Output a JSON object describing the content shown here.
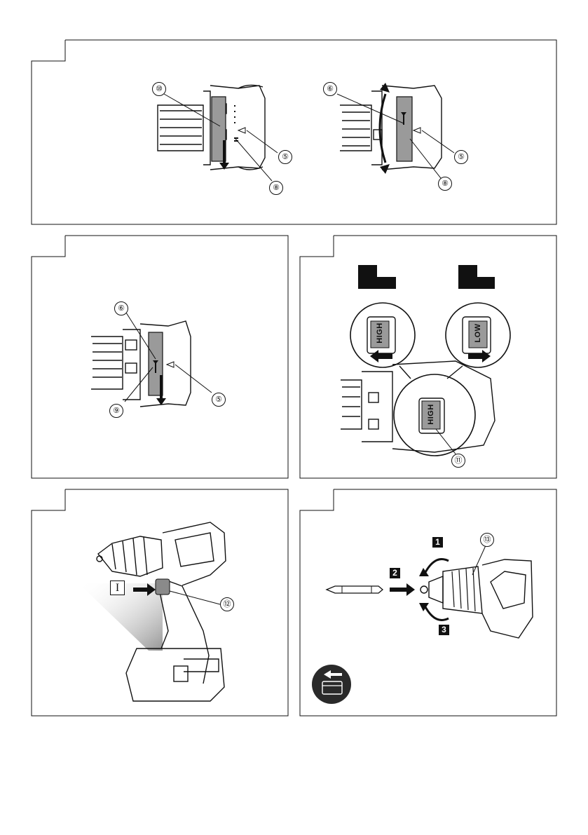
{
  "colors": {
    "line": "#111111",
    "fill_gray": "#9a9a9a",
    "fill_dark": "#222222",
    "panel_bg": "#ffffff"
  },
  "panel1": {
    "left_callouts": {
      "ten": "⑩",
      "five": "⑤",
      "eight": "⑧"
    },
    "right_callouts": {
      "six": "⑥",
      "five": "⑤",
      "eight": "⑧"
    }
  },
  "panel2": {
    "callouts": {
      "six": "⑥",
      "nine": "⑨",
      "five": "⑤"
    }
  },
  "panel3": {
    "switch_high_label": "HIGH",
    "switch_low_label": "LOW",
    "switch_main_label": "HIGH",
    "callout": "⑪"
  },
  "panel4": {
    "mode_label": "I",
    "callout": "⑫"
  },
  "panel5": {
    "steps": {
      "one": "1",
      "two": "2",
      "three": "3"
    },
    "callout": "⑬",
    "icons": [
      "battery-remove-icon"
    ]
  }
}
